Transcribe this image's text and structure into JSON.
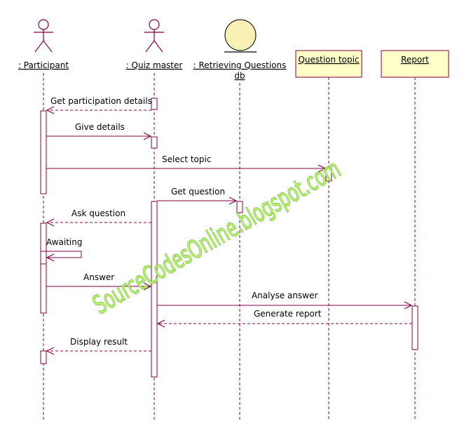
{
  "participants": [
    {
      "id": "participant",
      "label": ": Participant",
      "kind": "actor"
    },
    {
      "id": "quiz-master",
      "label": ": Quiz master",
      "kind": "actor"
    },
    {
      "id": "retrieving-db",
      "label": ": Retrieving Questions",
      "label2": "db",
      "kind": "entity"
    },
    {
      "id": "question-topic",
      "label": "Question topic",
      "kind": "object"
    },
    {
      "id": "report",
      "label": "Report",
      "kind": "object"
    }
  ],
  "messages": [
    {
      "label": "Get participation details"
    },
    {
      "label": "Give details"
    },
    {
      "label": "Select topic"
    },
    {
      "label": "Get question"
    },
    {
      "label": "Ask question"
    },
    {
      "label": "Awaiting"
    },
    {
      "label": "Answer"
    },
    {
      "label": "Analyse answer"
    },
    {
      "label": "Generate report"
    },
    {
      "label": "Display result"
    }
  ],
  "watermark": "SourceCodesOnline.blogspot.com",
  "colors": {
    "line": "#800040",
    "object_fill": "#ffffc8",
    "entity_fill": "#f8f0b4",
    "watermark_fill": "#b8f06a",
    "watermark_stroke": "#5aa834"
  }
}
